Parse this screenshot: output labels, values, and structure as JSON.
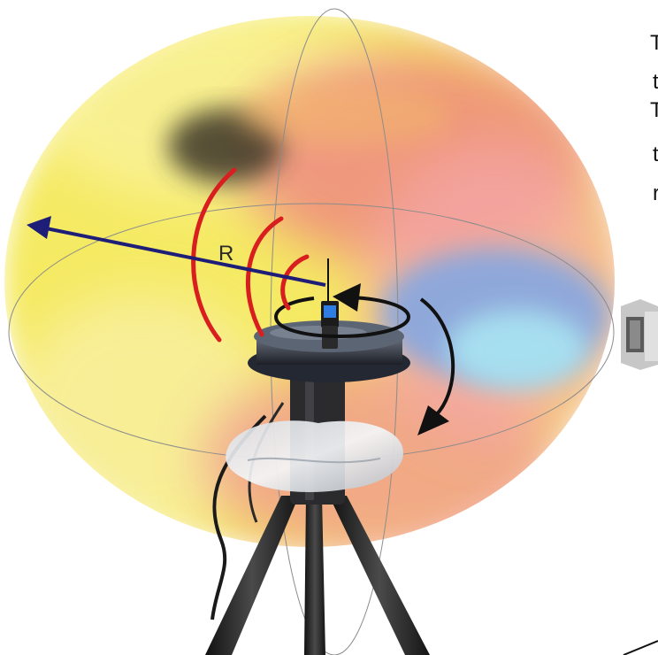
{
  "figure": {
    "radius_label": "R",
    "cropped_text_fragments": [
      "T",
      "t",
      "T",
      "t",
      "r"
    ],
    "colors": {
      "background": "#ffffff",
      "pattern_yellow": "#f3e54a",
      "pattern_pale_yellow": "#f9f097",
      "pattern_red": "#ee8a7e",
      "pattern_pink": "#f4a6a8",
      "pattern_blue": "#7ea6e6",
      "pattern_cyan": "#a8e2f1",
      "pattern_dark_spot": "#3b3525",
      "radius_arrow": "#1e1e78",
      "emission_waves": "#d81e1e",
      "rotation_arrows": "#111111",
      "wireframe": "#8c8c8c",
      "tripod": "#252525"
    },
    "icons": {
      "device": "handheld-radio-icon",
      "probe": "measurement-probe-icon"
    }
  }
}
